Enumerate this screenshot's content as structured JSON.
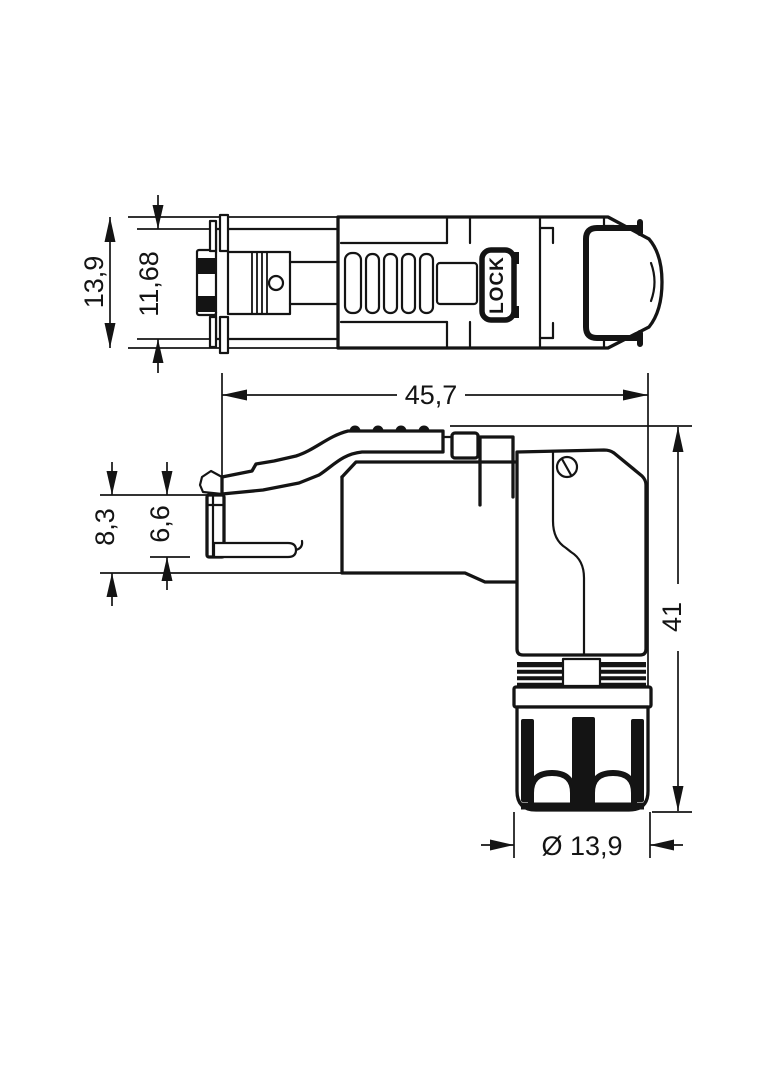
{
  "page": {
    "background": "#ffffff",
    "ink": "#141414"
  },
  "connector": {
    "lock_label": "LOCK"
  },
  "top_view": {
    "dim_outer_height": "13,9",
    "dim_inner_height": "11,68"
  },
  "side_view": {
    "dim_length": "45,7",
    "dim_front_height": "8,3",
    "dim_front_inner_height": "6,6",
    "dim_overall_height": "41",
    "dim_gland_diameter": "Ø 13,9"
  }
}
